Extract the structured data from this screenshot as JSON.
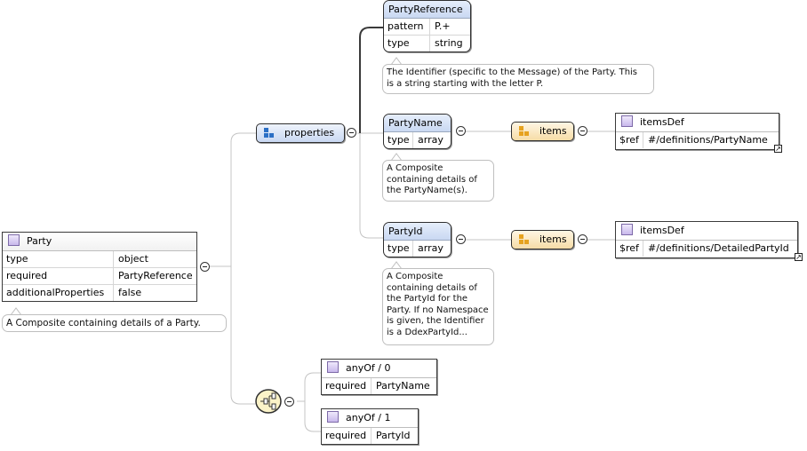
{
  "party": {
    "title": "Party",
    "rows": [
      {
        "k": "type",
        "v": "object"
      },
      {
        "k": "required",
        "v": "PartyReference"
      },
      {
        "k": "additionalProperties",
        "v": "false"
      }
    ],
    "note": "A Composite containing details of a Party."
  },
  "properties": {
    "label": "properties"
  },
  "party_reference": {
    "title": "PartyReference",
    "rows": [
      {
        "k": "pattern",
        "v": "P.+"
      },
      {
        "k": "type",
        "v": "string"
      }
    ],
    "note_lines": [
      "The Identifier (specific to the Message) of the Party. This",
      "is a string starting with the letter P."
    ]
  },
  "party_name": {
    "title": "PartyName",
    "rows": [
      {
        "k": "type",
        "v": "array"
      }
    ],
    "note_lines": [
      "A Composite",
      "containing details of",
      "the PartyName(s)."
    ],
    "items_label": "items",
    "items_def": {
      "title": "itemsDef",
      "k": "$ref",
      "v": "#/definitions/PartyName"
    }
  },
  "party_id": {
    "title": "PartyId",
    "rows": [
      {
        "k": "type",
        "v": "array"
      }
    ],
    "note_lines": [
      "A Composite",
      "containing details of",
      "the PartyId for the",
      "Party. If no Namespace",
      "is given, the Identifier",
      "is a DdexPartyId..."
    ],
    "items_label": "items",
    "items_def": {
      "title": "itemsDef",
      "k": "$ref",
      "v": "#/definitions/DetailedPartyId"
    }
  },
  "anyof": [
    {
      "title": "anyOf / 0",
      "k": "required",
      "v": "PartyName"
    },
    {
      "title": "anyOf / 1",
      "k": "required",
      "v": "PartyId"
    }
  ],
  "colors": {
    "element_header": "#c9d8f2",
    "items_header": "#f6dca6",
    "type_icon": "#c8b8ec"
  },
  "icons": [
    "object-type-icon",
    "properties-icon",
    "items-icon",
    "anyof-compositor-icon",
    "collapse-icon",
    "reference-link-icon"
  ]
}
